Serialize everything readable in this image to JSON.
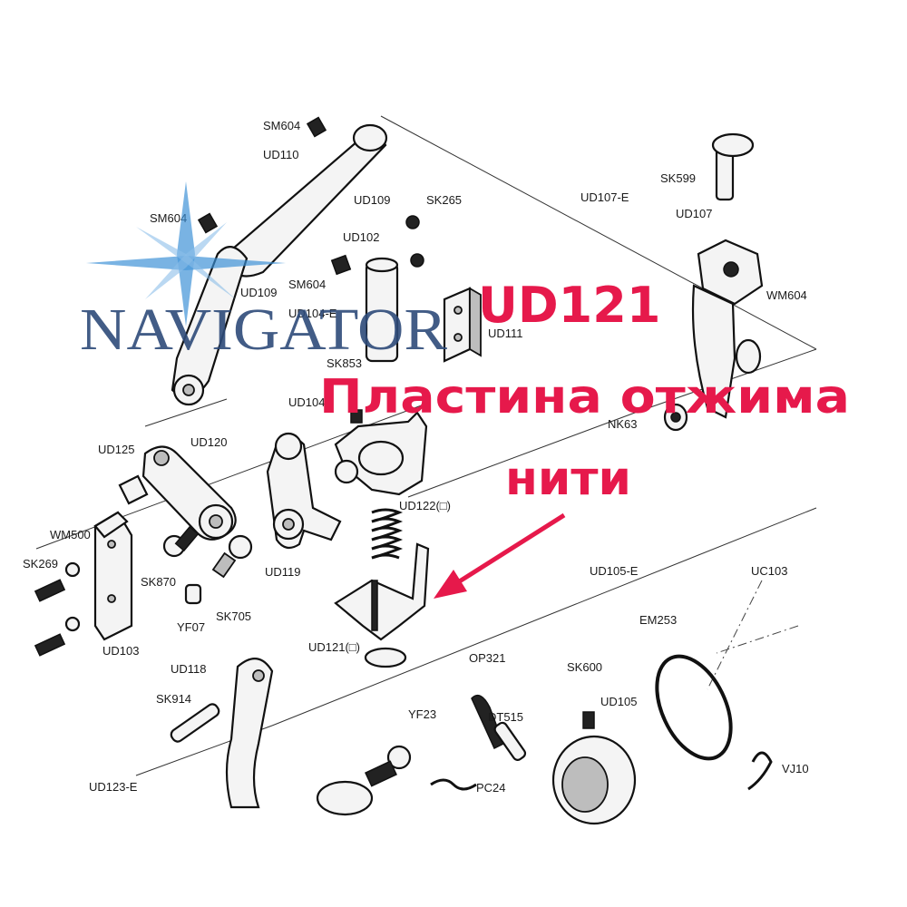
{
  "brand": {
    "name": "NAVIGATOR",
    "accent": "#2e4b7a",
    "star_color": "#3a8fd6"
  },
  "callout": {
    "color": "#e6194b",
    "line1": "UD121",
    "line2": "Пластина отжима",
    "line3": "нити"
  },
  "labels": {
    "sm604_top": "SM604",
    "ud110": "UD110",
    "ud109_top": "UD109",
    "sk265": "SK265",
    "sm604_left": "SM604",
    "ud102": "UD102",
    "sm604_mid": "SM604",
    "ud109_mid": "UD109",
    "ud104e": "UD104-E",
    "ud111": "UD111",
    "sk853": "SK853",
    "ud104": "UD104",
    "sk599": "SK599",
    "ud107e": "UD107-E",
    "ud107": "UD107",
    "wm604": "WM604",
    "nk63": "NK63",
    "ud125": "UD125",
    "ud120": "UD120",
    "ud122": "UD122(□)",
    "wm500": "WM500",
    "sk269": "SK269",
    "sk870": "SK870",
    "sk705": "SK705",
    "ud119": "UD119",
    "yf07": "YF07",
    "ud103": "UD103",
    "ud121": "UD121(□)",
    "ud105e": "UD105-E",
    "uc103": "UC103",
    "em253": "EM253",
    "op321": "OP321",
    "sk600": "SK600",
    "ud105": "UD105",
    "ud118": "UD118",
    "sk914": "SK914",
    "yf23": "YF23",
    "dt515": "DT515",
    "pc24": "PC24",
    "vj10": "VJ10",
    "ud123e": "UD123-E"
  }
}
